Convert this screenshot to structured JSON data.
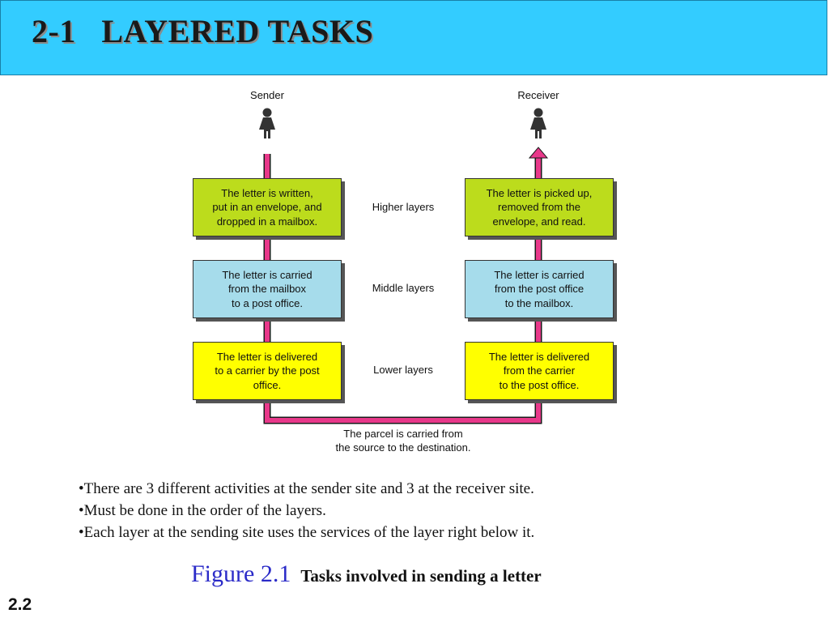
{
  "header": {
    "title": "2-1   LAYERED TASKS"
  },
  "diagram": {
    "sender_label": "Sender",
    "receiver_label": "Receiver",
    "sender_boxes": [
      "The letter is written,\nput in an envelope, and\ndropped in a mailbox.",
      "The letter is carried\nfrom the mailbox\nto a post office.",
      "The letter is delivered\nto a carrier by the post\noffice."
    ],
    "receiver_boxes": [
      "The letter is picked up,\nremoved from the\nenvelope, and read.",
      "The letter is carried\nfrom the post office\nto the mailbox.",
      "The letter is delivered\nfrom the carrier\nto the post office."
    ],
    "layers": [
      "Higher layers",
      "Middle layers",
      "Lower layers"
    ],
    "bottom_label": "The parcel is carried from\nthe source to the destination.",
    "colors": {
      "arrow": "#e8388a",
      "higher": "#bcdc1c",
      "middle": "#a6dceb",
      "lower": "#ffff00"
    }
  },
  "bullets": [
    "•There are 3 different activities at the sender site and 3 at the receiver site.",
    "•Must be done in the order of the layers.",
    "•Each layer at the sending site uses the services of the layer right below it."
  ],
  "figure": {
    "number": "Figure 2.1",
    "caption": "Tasks involved in sending a letter"
  },
  "slide_number": "2.2"
}
